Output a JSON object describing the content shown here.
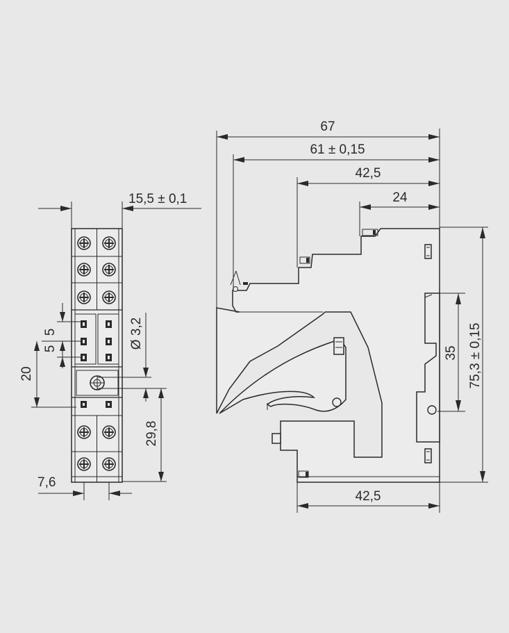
{
  "colors": {
    "background": "#e8e8e8",
    "line": "#2a2a2a"
  },
  "front_view": {
    "dim_width": "15,5 ± 0,1",
    "dim_pitch_a": "5",
    "dim_pitch_b": "5",
    "dim_hole": "Ø 3,2",
    "dim_20": "20",
    "dim_29_8": "29,8",
    "dim_7_6": "7,6"
  },
  "side_view": {
    "dim_67": "67",
    "dim_61": "61 ± 0,15",
    "dim_42_5_top": "42,5",
    "dim_24": "24",
    "dim_35": "35",
    "dim_75_3": "75,3 ± 0,15",
    "dim_42_5_bottom": "42,5"
  }
}
